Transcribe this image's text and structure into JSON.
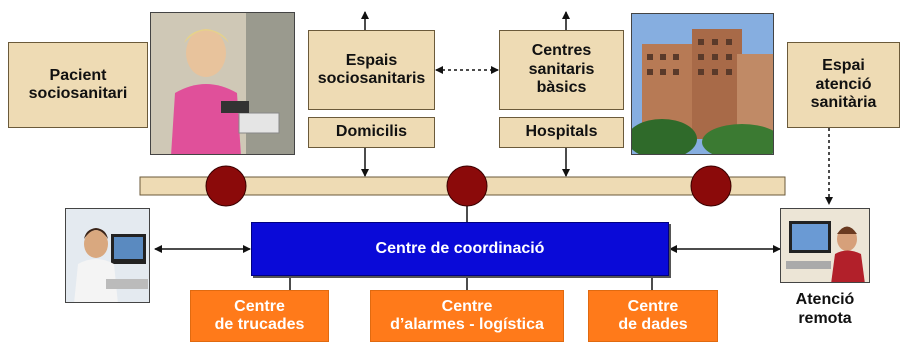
{
  "nodes": {
    "pacient": "Pacient\nsociosanitari",
    "espais": "Espais\nsociosanitaris",
    "domicilis": "Domicilis",
    "centres_basics": "Centres\nsanitaris\nbàsics",
    "hospitals": "Hospitals",
    "espai_atencio": "Espai\natenció\nsanitària",
    "coordinacio": "Centre de coordinació",
    "trucades": "Centre\nde trucades",
    "alarmes": "Centre\nd’alarmes - logística",
    "dades": "Centre\nde dades",
    "atencio_remota": "Atenció\nremota"
  },
  "colors": {
    "tan_box": "#eedbb4",
    "orange_box": "#ff7a1a",
    "blue_box": "#0a0ad8",
    "bus_bar": "#eedbb4",
    "bus_node": "#8b0a0a"
  },
  "images": [
    "woman-with-medical-device-photo",
    "hospital-buildings-photo",
    "operator-with-headset-photo",
    "remote-care-operator-photo"
  ]
}
